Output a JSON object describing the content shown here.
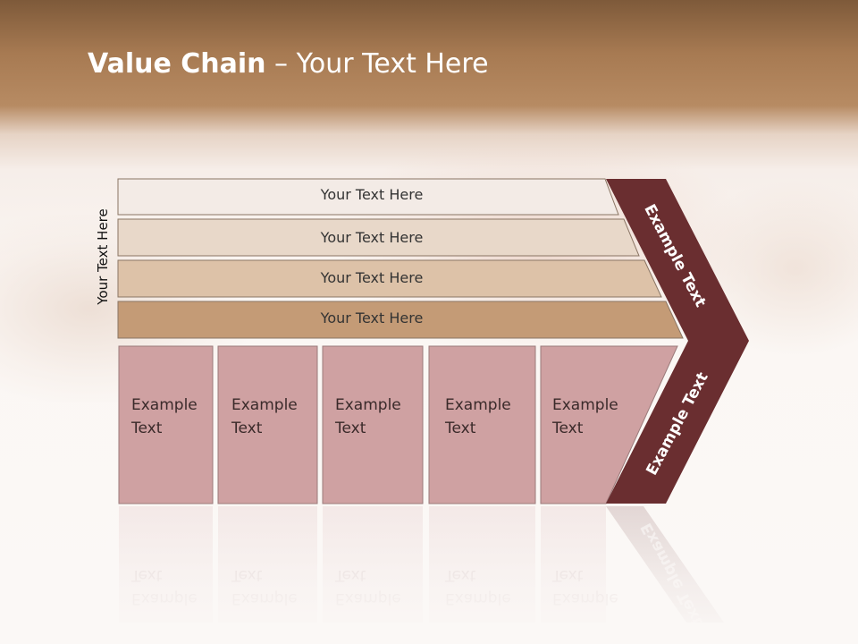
{
  "title": {
    "bold": "Value Chain",
    "rest": " – Your Text Here"
  },
  "side_label": "Your Text Here",
  "bars": [
    {
      "label": "Your Text Here",
      "color": "#f3ebe6"
    },
    {
      "label": "Your Text Here",
      "color": "#e8d8c9"
    },
    {
      "label": "Your Text Here",
      "color": "#ddc2a8"
    },
    {
      "label": "Your Text Here",
      "color": "#c49b76"
    }
  ],
  "columns": [
    {
      "label": "Example\nText"
    },
    {
      "label": "Example\nText"
    },
    {
      "label": "Example\nText"
    },
    {
      "label": "Example\nText"
    },
    {
      "label": "Example\nText"
    }
  ],
  "chevron": {
    "top_label": "Example Text",
    "bottom_label": "Example Text",
    "color": "#6a2e30"
  },
  "colors": {
    "column_fill": "#cfa1a2",
    "column_stroke": "#9b7b7b",
    "bar_stroke": "#8a7564"
  }
}
